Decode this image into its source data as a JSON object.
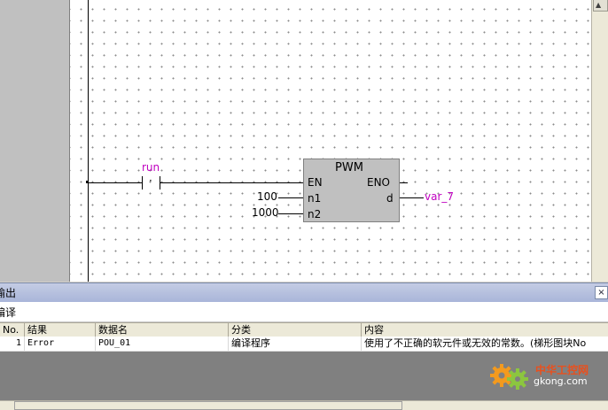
{
  "ladder": {
    "contact_label": "run",
    "contact_dot": "·",
    "block": {
      "name": "PWM",
      "inputs": [
        "EN",
        "n1",
        "n2"
      ],
      "outputs": [
        "ENO",
        "d"
      ]
    },
    "operands": {
      "n1": "100",
      "n2": "1000",
      "d": "var_7"
    }
  },
  "output_panel": {
    "title": "输出",
    "tab": "编译",
    "close": "×",
    "columns": [
      "No.",
      "结果",
      "数据名",
      "分类",
      "内容"
    ],
    "rows": [
      {
        "no": "1",
        "result": "Error",
        "data_name": "POU_01",
        "category": "编译程序",
        "content": "使用了不正确的软元件或无效的常数。(梯形图块No"
      }
    ]
  },
  "watermark": {
    "text": "中华工控网",
    "url": "gkong.com",
    "colors": {
      "gear_orange": "#f39a1e",
      "gear_green": "#8cc63f",
      "text": "#e8501e"
    }
  }
}
